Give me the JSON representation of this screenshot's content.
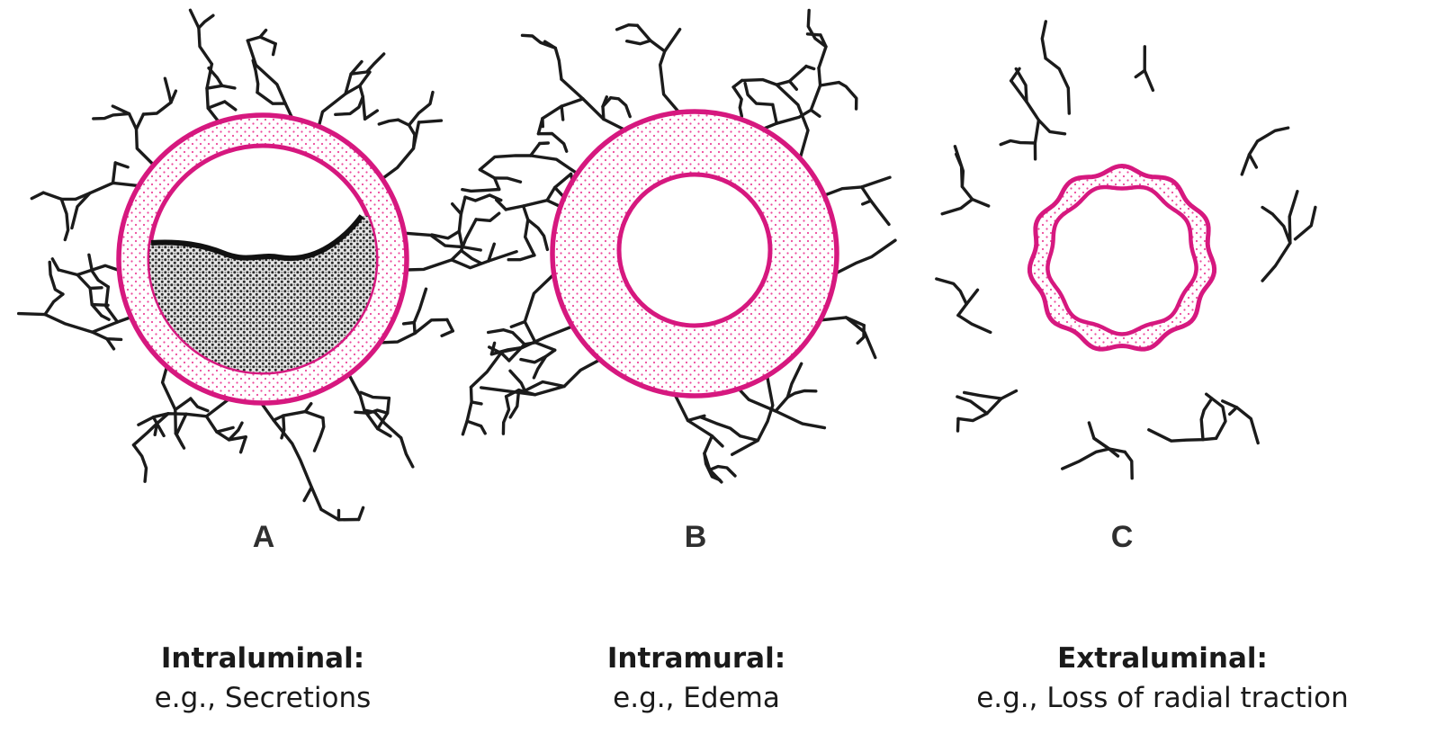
{
  "colors": {
    "wall_stroke": "#d6187f",
    "wall_dot": "#ec4a9c",
    "tissue": "#1b1b1b",
    "secretion": "#2a2a2a",
    "background": "#ffffff"
  },
  "panels": [
    {
      "id": "A",
      "letter": "A",
      "title": "Intraluminal:",
      "example": "e.g., Secretions"
    },
    {
      "id": "B",
      "letter": "B",
      "title": "Intramural:",
      "example": "e.g., Edema"
    },
    {
      "id": "C",
      "letter": "C",
      "title": "Extraluminal:",
      "example": "e.g., Loss of radial traction"
    }
  ]
}
